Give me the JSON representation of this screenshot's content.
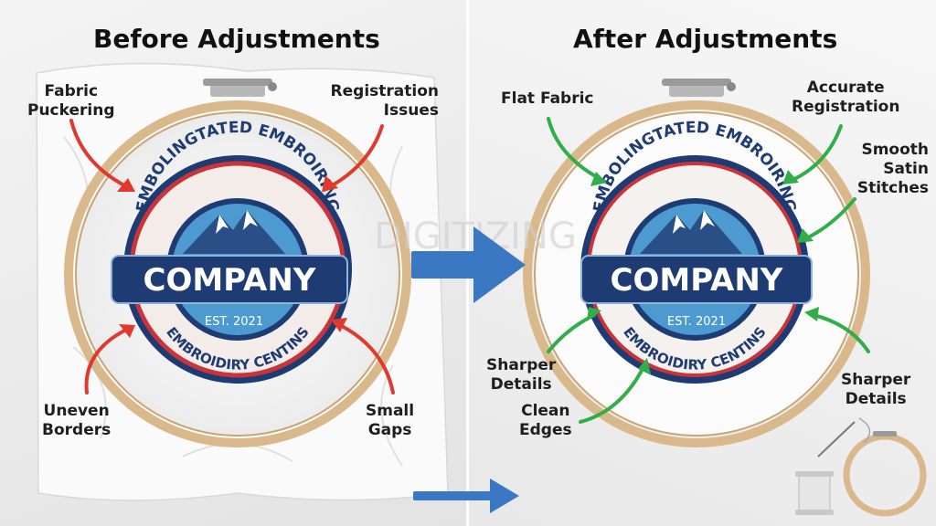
{
  "before": {
    "title": "Before Adjustments",
    "labels": {
      "fabric_puckering": [
        "Fabric",
        "Puckering"
      ],
      "registration_issues": [
        "Registration",
        "Issues"
      ],
      "uneven_borders": [
        "Uneven",
        "Borders"
      ],
      "small_gaps": [
        "Small",
        "Gaps"
      ]
    }
  },
  "after": {
    "title": "After Adjustments",
    "labels": {
      "flat_fabric": [
        "Flat Fabric"
      ],
      "accurate_registration": [
        "Accurate",
        "Registration"
      ],
      "smooth_satin": [
        "Smooth",
        "Satin",
        "Stitches"
      ],
      "sharper_details_left": [
        "Sharper",
        "Details"
      ],
      "clean_edges": [
        "Clean",
        "Edges"
      ],
      "sharper_details_right": [
        "Sharper",
        "Details"
      ]
    }
  },
  "patch": {
    "top_text": "EMBOLINGTATED EMBROIRING",
    "company": "COMPANY",
    "est": "EST. 2021",
    "bottom_text": "EMBROIDIRY CENTINS"
  },
  "watermark": "DIGITIZING",
  "colors": {
    "bad_arrow": "#e03a2f",
    "good_arrow": "#2fae4a",
    "flow_arrow": "#3a78c4",
    "patch_navy": "#1f3b73",
    "patch_blue": "#4c9ad0",
    "patch_red": "#c8343a",
    "hoop": "#d9b98c"
  },
  "icons": [
    "hoop-icon",
    "needle-icon",
    "thread-spool-icon",
    "arrow-right-icon"
  ]
}
